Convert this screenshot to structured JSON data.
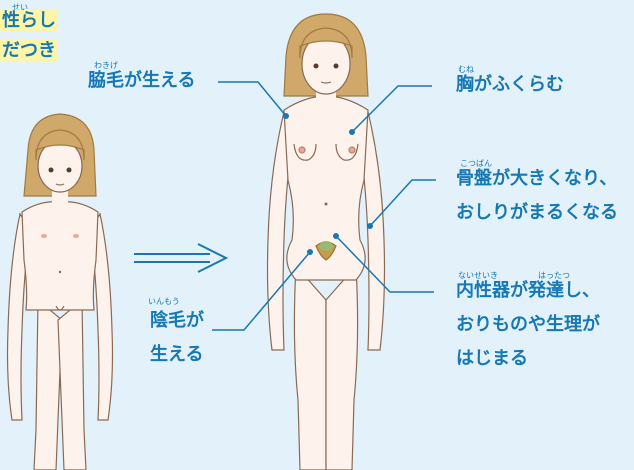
{
  "top_left": {
    "line1": "性らし",
    "line1_ruby": "せい",
    "line2": "だつき"
  },
  "labels": {
    "armpit": {
      "text": "脇毛が生える",
      "ruby": "わきげ"
    },
    "breast": {
      "text": "胸がふくらむ",
      "ruby": "むね"
    },
    "pelvis": {
      "line1": "骨盤が大きくなり、",
      "line2": "おしりがまるくなる",
      "ruby": "こつばん"
    },
    "pubic": {
      "line1": "陰毛が",
      "line2": "生える",
      "ruby": "いんもう"
    },
    "internal": {
      "line1": "内性器が発達し、",
      "line2": "おりものや生理が",
      "line3": "はじまる",
      "ruby1": "ないせいき",
      "ruby2": "はったつ"
    }
  },
  "colors": {
    "background": "#e3f1fa",
    "accent": "#1678b5",
    "highlight": "#fff5a8",
    "hair": "#cfa86a",
    "skin": "#fdf3ec"
  }
}
